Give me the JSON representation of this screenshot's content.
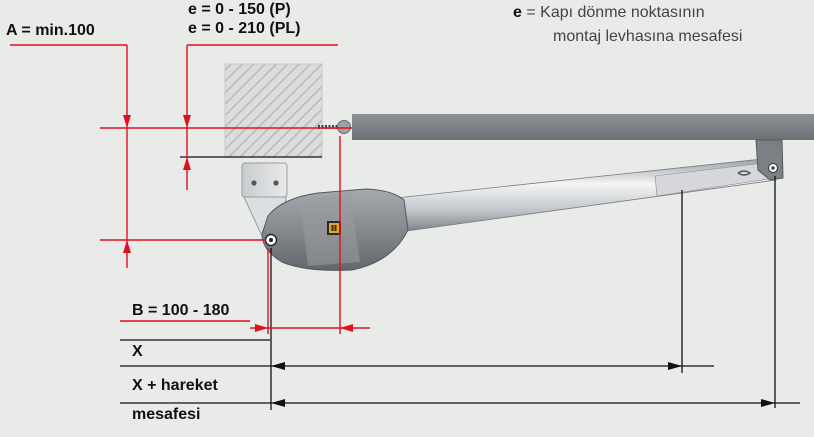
{
  "labels": {
    "a_dimension": "A = min.100",
    "e_range_p": "e = 0 - 150 (P)",
    "e_range_pl": "e = 0 - 210 (PL)",
    "b_dimension": "B = 100 - 180",
    "x_dimension": "X",
    "x_stroke_line1": "X + hareket",
    "x_stroke_line2": "mesafesi"
  },
  "legend": {
    "symbol": "e",
    "equals": " = ",
    "line1": "Kapı dönme noktasının",
    "line2": "montaj levhasına mesafesi"
  },
  "colors": {
    "dimension_line": "#e0101e",
    "reference_line": "#111111",
    "gate_leaf": "#7b7f84",
    "motor_body": "#8e9196",
    "background": "#e9ebe8"
  }
}
